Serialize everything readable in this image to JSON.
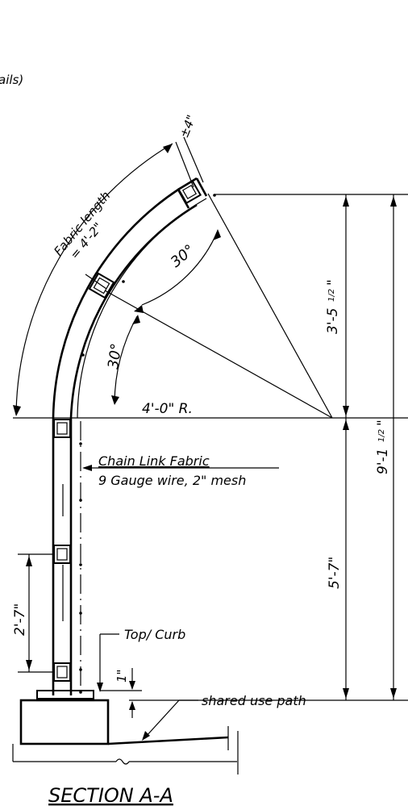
{
  "header": {
    "partial_text": "ails)"
  },
  "dimensions": {
    "post_spacing": "±4\"",
    "fabric_length_line1": "Fabric length",
    "fabric_length_line2": "= 4'-2\"",
    "angle_upper": "30°",
    "angle_lower": "30°",
    "radius": "4'-0\" R.",
    "curve_height_main": "3'-5",
    "curve_height_frac": "1/2",
    "curve_height_unit": "\"",
    "total_height_main": "9'-1",
    "total_height_frac": "1/2",
    "total_height_unit": "\"",
    "lower_height": "5'-7\"",
    "rail_spacing": "2'-7\"",
    "curb_offset": "1\""
  },
  "labels": {
    "fabric_line1": "Chain Link Fabric",
    "fabric_line2": "9 Gauge wire, 2\" mesh",
    "top_curb": "Top/ Curb",
    "shared_path": "shared use path",
    "section_title": "SECTION A-A"
  }
}
